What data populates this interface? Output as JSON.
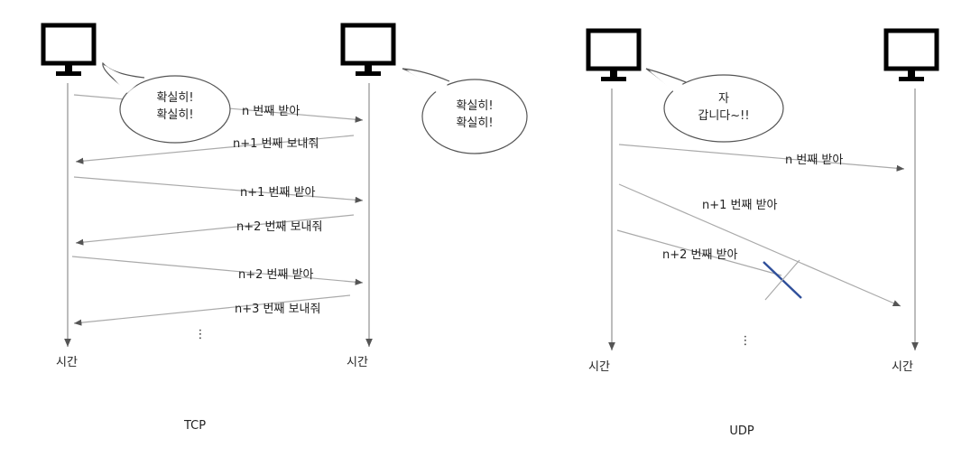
{
  "tcp": {
    "bubble_left": [
      "확실히!",
      "확실히!"
    ],
    "bubble_right": [
      "확실히!",
      "확실히!"
    ],
    "messages": [
      "n 번째 받아",
      "n+1 번째 보내줘",
      "n+1 번째 받아",
      "n+2 번째 보내줘",
      "n+2 번째 받아",
      "n+3 번째 보내줘"
    ],
    "ellipsis": "⋮",
    "time_left": "시간",
    "time_right": "시간",
    "caption": "TCP"
  },
  "udp": {
    "bubble": [
      "자",
      "갑니다~!!"
    ],
    "messages": [
      "n 번째 받아",
      "n+1 번째 받아",
      "n+2 번째 받아"
    ],
    "ellipsis": "⋮",
    "time_left": "시간",
    "time_right": "시간",
    "caption": "UDP"
  },
  "colors": {
    "line": "#999999",
    "arrow": "#555555",
    "monitor": "#000000",
    "cross": "#2f4f9a"
  }
}
